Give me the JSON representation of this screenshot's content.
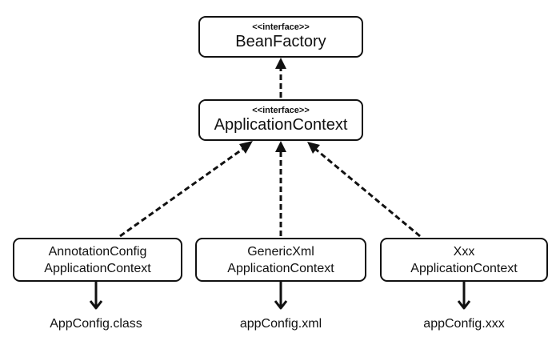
{
  "bean_factory": {
    "stereotype": "<<interface>>",
    "name": "BeanFactory"
  },
  "application_context": {
    "stereotype": "<<interface>>",
    "name": "ApplicationContext"
  },
  "implementations": [
    {
      "line1": "AnnotationConfig",
      "line2": "ApplicationContext",
      "config_file": "AppConfig.class"
    },
    {
      "line1": "GenericXml",
      "line2": "ApplicationContext",
      "config_file": "appConfig.xml"
    },
    {
      "line1": "Xxx",
      "line2": "ApplicationContext",
      "config_file": "appConfig.xxx"
    }
  ]
}
